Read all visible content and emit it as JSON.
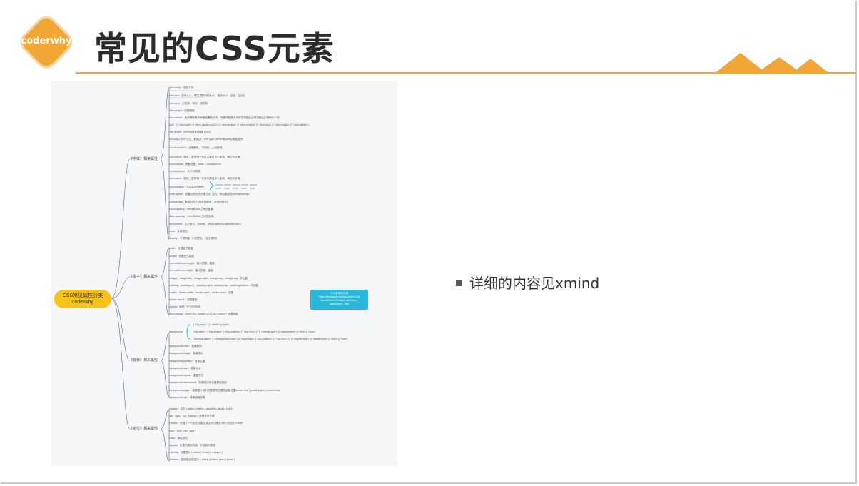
{
  "logo": {
    "text": "coderwhy"
  },
  "slide": {
    "title": "常见的CSS元素"
  },
  "bullet": {
    "text": "详细的内容见xmind"
  },
  "colors": {
    "accent": "#f0a735",
    "root_node": "#f7c21b",
    "link_box": "#29b6d8"
  },
  "mindmap": {
    "root": {
      "line1": "CSS常见属性分类",
      "line2": "coderwhy"
    },
    "categories": [
      "《字体》相关属性",
      "《盒子》相关属性",
      "《背景》相关属性",
      "《定位》相关属性"
    ],
    "link_box": {
      "line1": "CSS参考的文档",
      "line2": "https://developer.mozilla.org/zh-CN/",
      "line3": "docs/Web/CSS/Value_definition_",
      "line4": "syntax#font_char"
    },
    "font_items": [
      "font-family：指定字体",
      "font-size：字体大小，需注意相对的大小，相对大小，比较，百分比",
      "font-style：正常体、斜体、倾斜体",
      "font-weight：设置粗细",
      "font-variant：用来把所有字母都设置成大写，但是所有是大写的字母相比正常也要比正常稍小一些",
      "font：[ [ <font-style> || <font-variant-css21> || <font-weight> || <font-stretch> ]? <font-size> [ / <line-height> ]? <font-family> ]",
      "line-height：normal|数字|长度|百分比",
      "text-align: 对齐方式，取值为：left, right, center和justify(两端对齐)",
      "text-decoration：设置删除、下划线、上划线等。",
      "text-indent：缩进，首是第一行文本要往多少距离，单位为长度",
      "text-shadow：阴影设置，none | <shadow-t>#",
      "text-transform：大小写转换",
      "text-indent：缩进，首是第一行文本要往多少距离，单位为长度",
      "text-overflow：文本溢出的解析",
      "white-space：设置如何处理元素中的 空白，有设置属性normal/nowrap",
      "vertical-align: 垂直对齐方式(可被继承，对待的是行)",
      "word-spacing：word和word之间的距离",
      "letter-spacing：letter和letter之间的距离",
      "word-break：文字换行，normal、break-all/keep-all/break-word",
      "color：字体颜色",
      "opacity：不透明度（0完透明，1完全透明）"
    ],
    "box_items": [
      "width：设置盒子宽度",
      "height：设置盒子高度",
      "max-width/max-height：最大宽度、高度",
      "min-width/min-height：最小宽度、高度",
      "margin、margin-left、margin-right、margin-top、margin-top：外边距",
      "padding、padding-left、padding-right、padding-top、padding-bottom：内边距",
      "border、border-width、border-style、border-color：边框",
      "border-radius：边框圆角",
      "outline：轮廓（不占用空间）",
      "box-shadow：inset? && <length>{2,4} && <color>? 设置阴影"
    ],
    "bg_items": [
      "background",
      "background-color：背景颜色",
      "background-image：背景图片",
      "background-position：背景位置",
      "background-size：背景大小",
      "background-repeat：重复方式",
      "background-attachment：背景图片的位置是否固定",
      "background-origin：背景图片相对的是哪些位置的起始位置border-box | padding-box | content-box",
      "background-clip：背景被裁剪等"
    ],
    "bg_sub": [
      "[ <bg-layer> , ]* <final-bg-layer>",
      "<bg-layer> = <bg-image> || <bg-position> [ / <bg-size> ]? || <repeat-style> || <attachment> || <box> || <box>",
      "<final-bg-layer> = <'background-color'> || <bg-image> || <bg-position> [ / <bg-size> ]? || <repeat-style> || <attachment> || <box> || <box>"
    ],
    "pos_items": [
      "position：定位 | static | relative | absolute | sticky | fixed |",
      "left、right、top、bottom：设置定位位置",
      "z-index：设置了一个定位元素及其后代元素或 flex 项目的 z-order",
      "float：浮动 | left | right |",
      "clear：清除浮动",
      "display：设置元素的内部、外部显示类型",
      "visibility：元素显示 | visible | hidden | collapse |",
      "overflow：描述超出的显示 | visible | hidden | scroll | auto |"
    ]
  }
}
